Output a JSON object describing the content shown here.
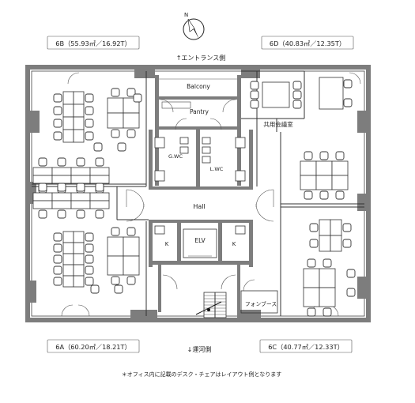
{
  "north_label": "N",
  "entrance_label": "↑エントランス側",
  "canal_label": "↓運河側",
  "footnote": "＊オフィス内に記載のデスク・チェアはレイアウト例となります",
  "units": {
    "b6": "6B（55.93㎡／16.92T）",
    "d6": "6D（40.83㎡／12.35T）",
    "a6": "6A（60.20㎡／18.21T）",
    "c6": "6C（40.77㎡／12.33T）"
  },
  "rooms": {
    "balcony": "Balcony",
    "pantry": "Pantry",
    "meeting": "共用会議室",
    "gwc": "G.WC",
    "lwc": "L.WC",
    "hall": "Hall",
    "elv": "ELV",
    "k_left": "K",
    "k_right": "K",
    "phone_booth": "フォンブース"
  }
}
